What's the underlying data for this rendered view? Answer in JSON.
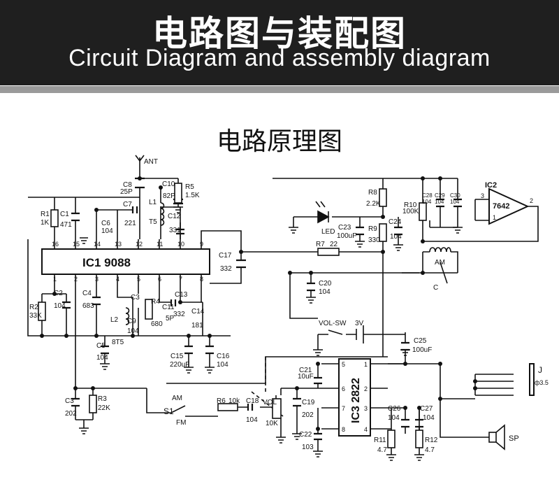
{
  "header": {
    "title_cn": "电路图与装配图",
    "title_en": "Circuit Diagram and assembly diagram"
  },
  "section_title": "电路原理图",
  "colors": {
    "banner": "#1f1f1f",
    "stripe": "#9a9a9a",
    "ink": "#111111"
  },
  "labels": {
    "ant": "ANT",
    "c8": "C8",
    "c8v": "25P",
    "c10": "C10",
    "c10v": "82P",
    "r5": "R5",
    "r5v": "1.5K",
    "r1": "R1",
    "r1v": "1K",
    "c1": "C1",
    "c1v": "471",
    "c7": "C7",
    "c7v": "221",
    "c6": "C6",
    "c6v": "104",
    "l1": "L1",
    "t5": "T5",
    "c12": "C12",
    "c12v": "331",
    "ic1": "IC1  9088",
    "c17": "C17",
    "c17v": "332",
    "c2": "C2",
    "c2v": "104",
    "r2": "R2",
    "r2v": "33K",
    "c4": "C4",
    "c4v": "683",
    "c3x": "C3",
    "r4": "R4",
    "r4v": "680",
    "c11": "C11",
    "c11v": "5P",
    "c13": "C13",
    "c13v": "332",
    "c14": "C14",
    "c14v": "181",
    "c9": "C9",
    "c9v": "104",
    "l2": "L2",
    "bt5": "8T5",
    "c5": "C5",
    "c5v": "104",
    "c15": "C15",
    "c15v": "220uF",
    "c16": "C16",
    "c16v": "104",
    "c3": "C3",
    "c3v": "202",
    "r3": "R3",
    "r3v": "22K",
    "am": "AM",
    "s1": "S1",
    "fm": "FM",
    "r6": "R6",
    "r6v": "10k",
    "c18": "C18",
    "c18v": "104",
    "vol": "VOL",
    "volv": "10K",
    "c19": "C19",
    "c19v": "202",
    "c21": "C21",
    "c21v": "10uF",
    "c22": "C22",
    "c22v": "103",
    "ic3": "IC3  2822",
    "c26": "C26",
    "c26v": "104",
    "c27": "C27",
    "c27v": "104",
    "r11": "R11",
    "r11v": "4.7",
    "r12": "R12",
    "r12v": "4.7",
    "c25": "C25",
    "c25v": "100uF",
    "volsw": "VOL-SW",
    "v3": "3V",
    "j": "J",
    "j35": "ф3.5",
    "sp": "SP",
    "r8": "R8",
    "r8v": "2.2K",
    "led": "LED",
    "c23": "C23",
    "c23v": "100uF",
    "r9": "R9",
    "r9v": "330",
    "c24": "C24",
    "c24v": "104",
    "r7": "R7",
    "r7v": "22",
    "c20": "C20",
    "c20v": "104",
    "r10": "R10",
    "r10v": "100K",
    "c28": "C28",
    "c28v": "104",
    "c29": "C29",
    "c29v": "104",
    "c30": "C30",
    "c30v": "104",
    "ic2": "IC2",
    "ic2v": "7642",
    "am2": "AM",
    "c0": "C",
    "ic1_pins_top": [
      "16",
      "15",
      "14",
      "13",
      "12",
      "11",
      "10",
      "9"
    ],
    "ic1_pins_bot": [
      "1",
      "2",
      "3",
      "4",
      "5",
      "6",
      "7",
      "8"
    ],
    "ic3_pins": [
      "5",
      "6",
      "7",
      "8",
      "1",
      "2",
      "3",
      "4"
    ],
    "ic2_pins": [
      "3",
      "2",
      "1"
    ]
  }
}
